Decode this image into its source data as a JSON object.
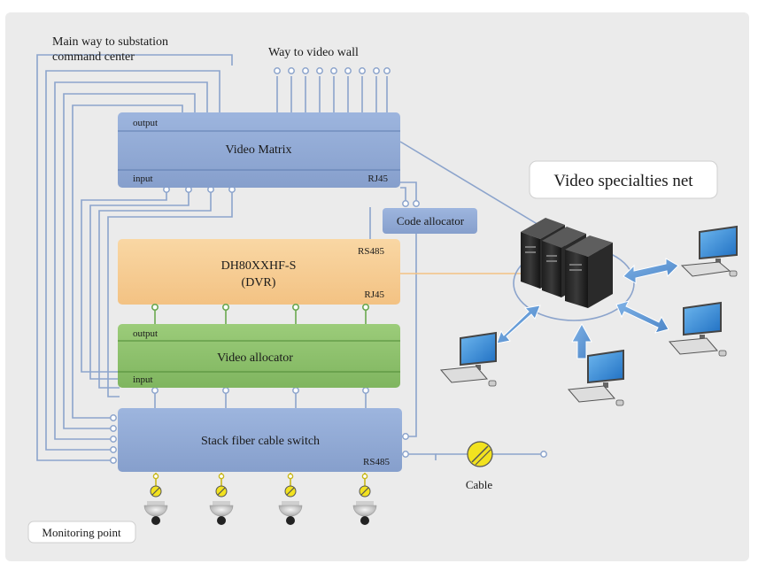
{
  "labels": {
    "main_way_line1": "Main way to substation",
    "main_way_line2": "command center",
    "way_to_wall": "Way to video wall",
    "net": "Video specialties net",
    "monitoring": "Monitoring point",
    "cable": "Cable"
  },
  "matrix": {
    "output": "output",
    "title": "Video Matrix",
    "input": "input",
    "port": "RJ45"
  },
  "code_allocator": "Code allocator",
  "dvr": {
    "title_line1": "DH80XXHF-S",
    "title_line2": "(DVR)",
    "port_top": "RS485",
    "port_bottom": "RJ45"
  },
  "video_allocator": {
    "output": "output",
    "title": "Video allocator",
    "input": "input"
  },
  "switch": {
    "title": "Stack fiber cable switch",
    "port": "RS485"
  },
  "colors": {
    "background": "#ebebeb",
    "blue_box": "#8fa9d6",
    "orange_box": "#f7cc93",
    "green_box": "#8dc16c",
    "line": "#8ca4cc",
    "green_line": "#6aa84f",
    "yellow": "#f2e21f"
  }
}
